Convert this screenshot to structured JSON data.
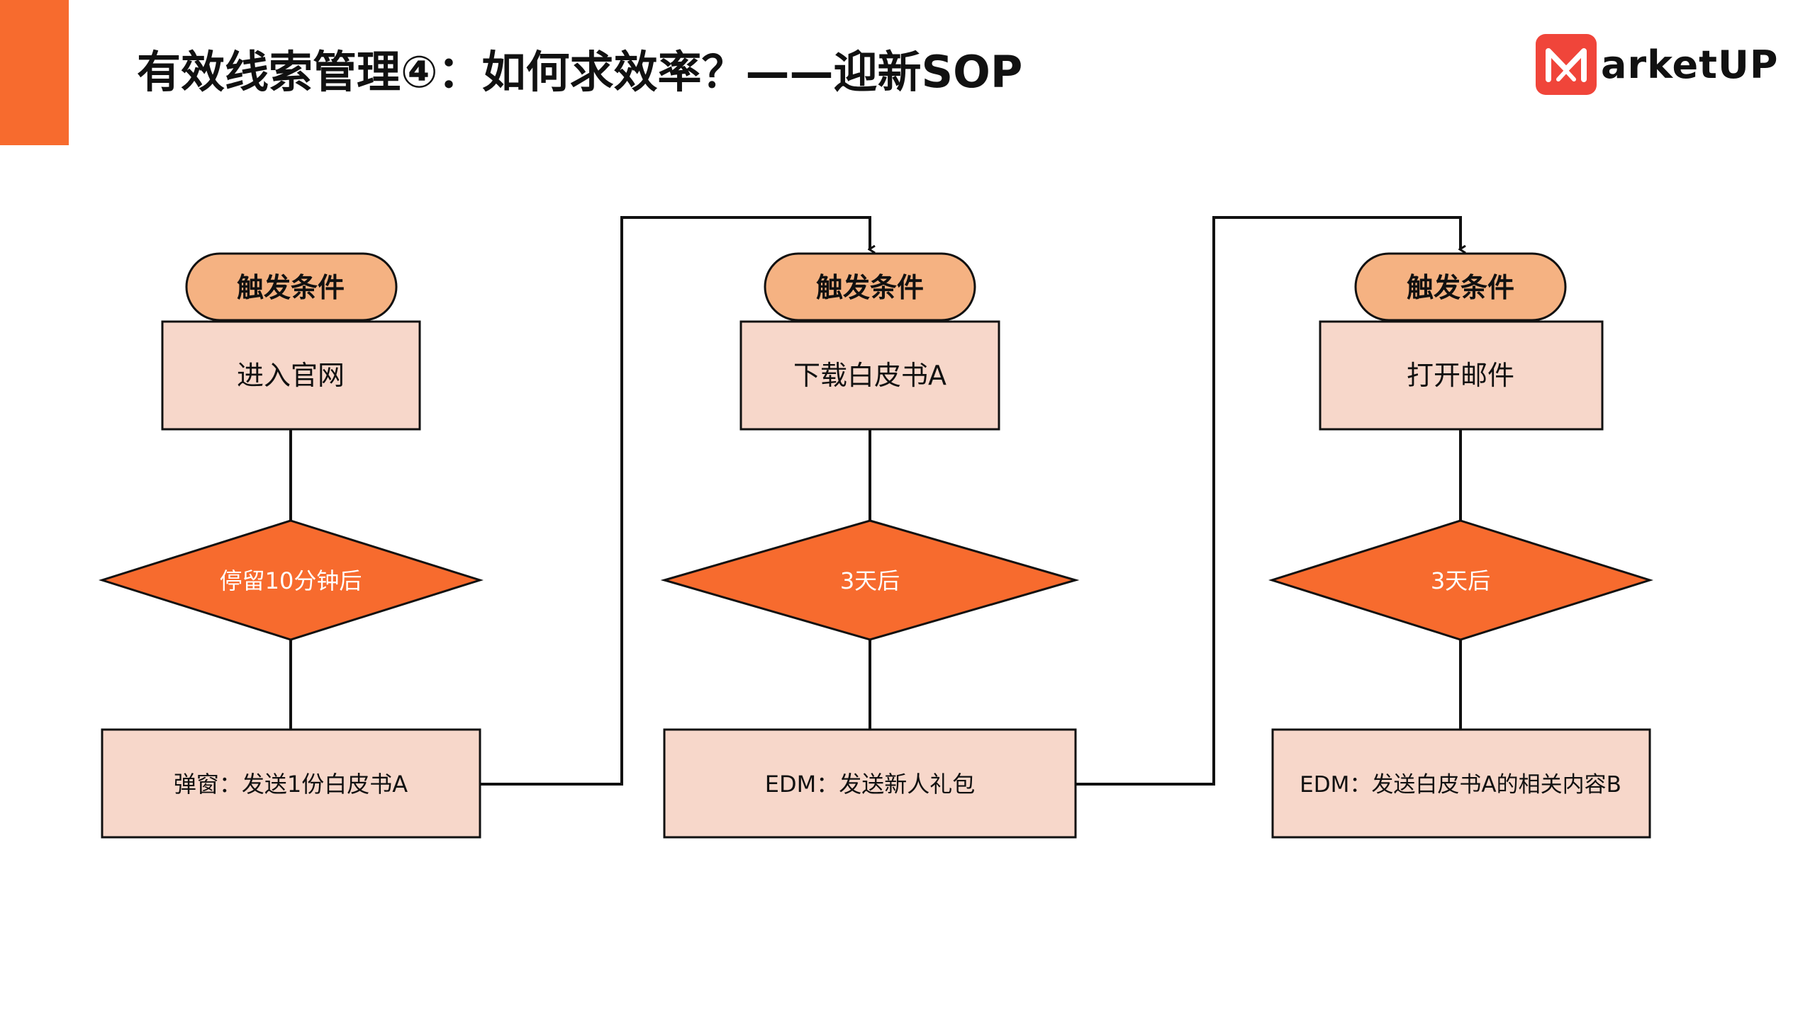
{
  "title": "有效线索管理④：如何求效率？——迎新SOP",
  "logo": {
    "text": "arketUP",
    "icon": "M-logo-icon",
    "brand_color": "#F0453A"
  },
  "colors": {
    "accent": "#F76B2E",
    "pill_fill": "#F5B282",
    "box_fill": "#F7D7CA",
    "diamond_fill": "#F76B2E",
    "line": "#111111"
  },
  "flows": [
    {
      "trigger_label": "触发条件",
      "trigger_event": "进入官网",
      "delay": "停留10分钟后",
      "action": "弹窗：发送1份白皮书A"
    },
    {
      "trigger_label": "触发条件",
      "trigger_event": "下载白皮书A",
      "delay": "3天后",
      "action": "EDM：发送新人礼包"
    },
    {
      "trigger_label": "触发条件",
      "trigger_event": "打开邮件",
      "delay": "3天后",
      "action": "EDM：发送白皮书A的相关内容B"
    }
  ]
}
